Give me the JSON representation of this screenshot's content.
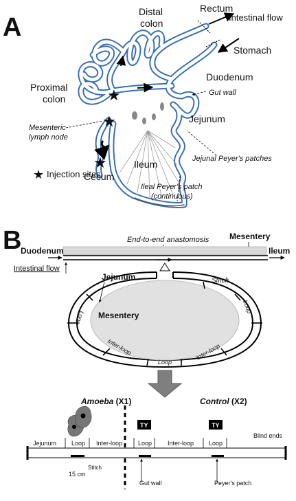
{
  "panel_a": {
    "letter": "A",
    "labels": {
      "distal_colon": "Distal\ncolon",
      "rectum": "Rectum",
      "intestinal_flow": "Intestinal flow",
      "stomach": "Stomach",
      "duodenum": "Duodenum",
      "gut_wall": "Gut wall",
      "proximal_colon": "Proximal\ncolon",
      "jejunum": "Jejunum",
      "mesenteric_lymph_node": "Mesenteric\nlymph node",
      "jejunal_peyers_patches": "Jejunal Peyer's patches",
      "cecum": "Cecum",
      "ileum": "Ileum",
      "ileal_peyers_patch": "Ileal Peyer's patch\n(continuous)",
      "injection_sites": "Injection sites"
    }
  },
  "panel_b": {
    "letter": "B",
    "top_labels": {
      "end_to_end_anastomosis": "End-to-end anastomosis",
      "mesentery_top": "Mesentery",
      "duodenum": "Duodenum",
      "ileum": "Ileum",
      "intestinal_flow": "Intestinal flow",
      "jejunum": "Jejunum",
      "stitch": "Stitch",
      "mesentery_center": "Mesentery"
    },
    "ring_labels": {
      "loop_left": "Loop",
      "loop_right": "Loop",
      "loop_bottom": "Loop",
      "inter_loop_left": "Inter-loop",
      "inter_loop_right": "Inter-loop"
    },
    "strip": {
      "amoeba_label": "Amoeba",
      "amoeba_suffix": " (X1)",
      "control_label": "Control",
      "control_suffix": " (X2)",
      "blind_ends": "Blind ends",
      "tag_ty": "TY",
      "segments": [
        "Jejunum",
        "Loop",
        "Inter-loop",
        "Loop",
        "Inter-loop",
        "Loop"
      ],
      "length_label": "15 cm",
      "stitch": "Stitch",
      "gut_wall": "Gut wall",
      "peyers_patch": "Peyer's patch"
    }
  }
}
